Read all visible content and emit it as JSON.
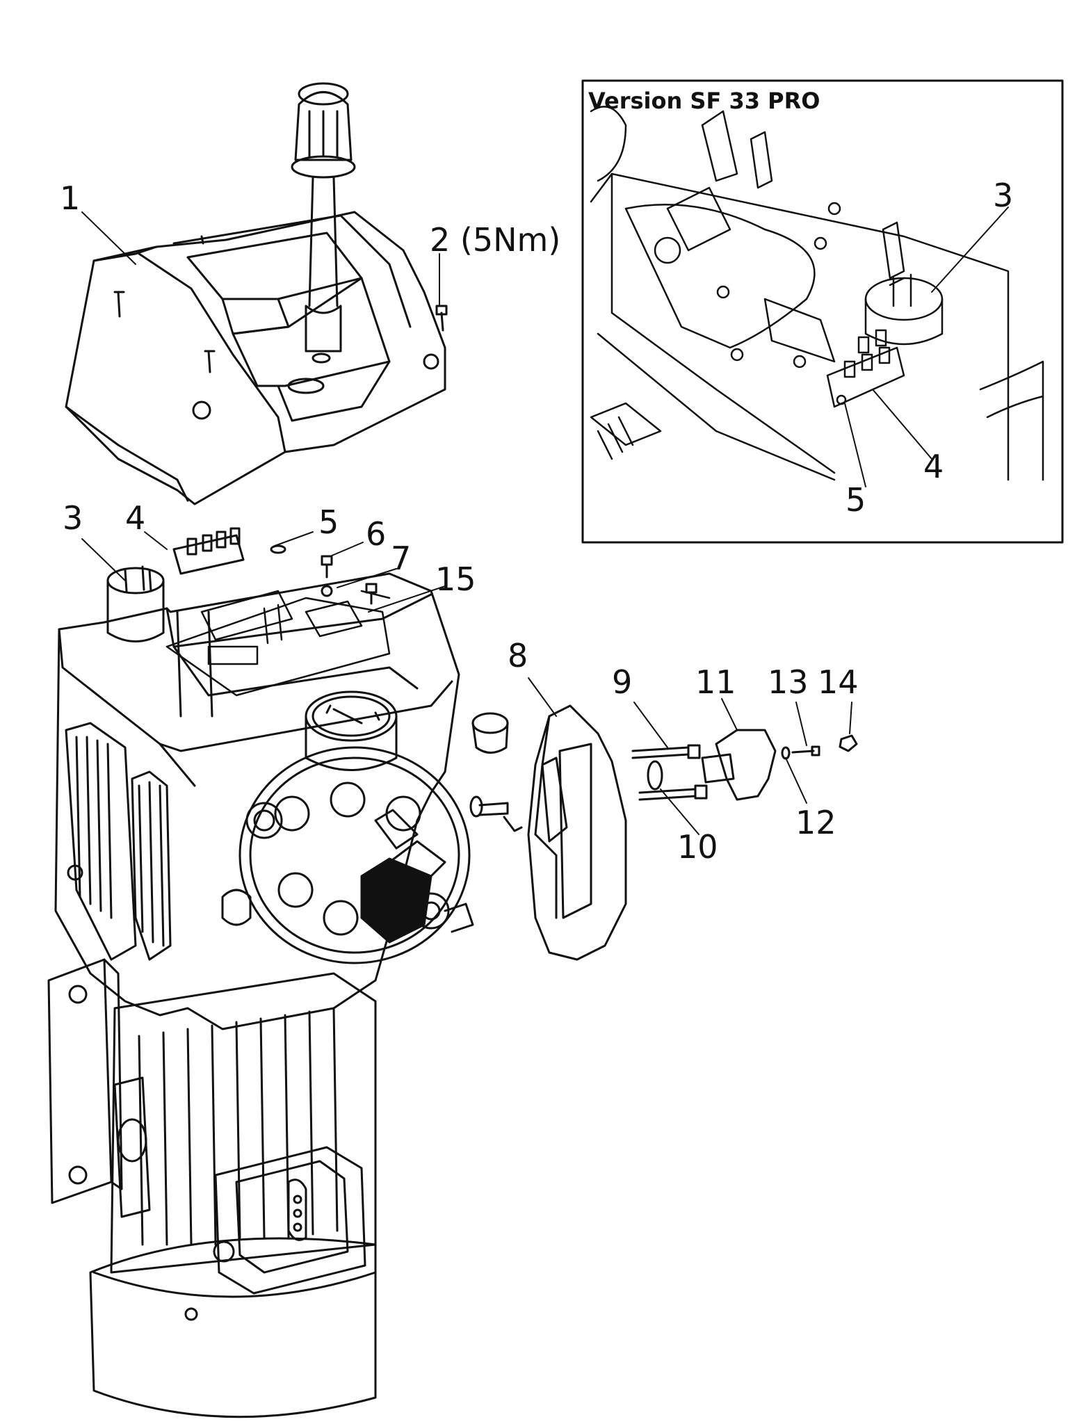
{
  "inset": {
    "title": "Version SF 33 PRO"
  },
  "main_callouts": [
    "1",
    "2 (5Nm)",
    "3",
    "4",
    "5",
    "6",
    "7",
    "15",
    "8",
    "9",
    "11",
    "13",
    "14",
    "12",
    "10"
  ],
  "inset_callouts": [
    "3",
    "4",
    "5"
  ]
}
